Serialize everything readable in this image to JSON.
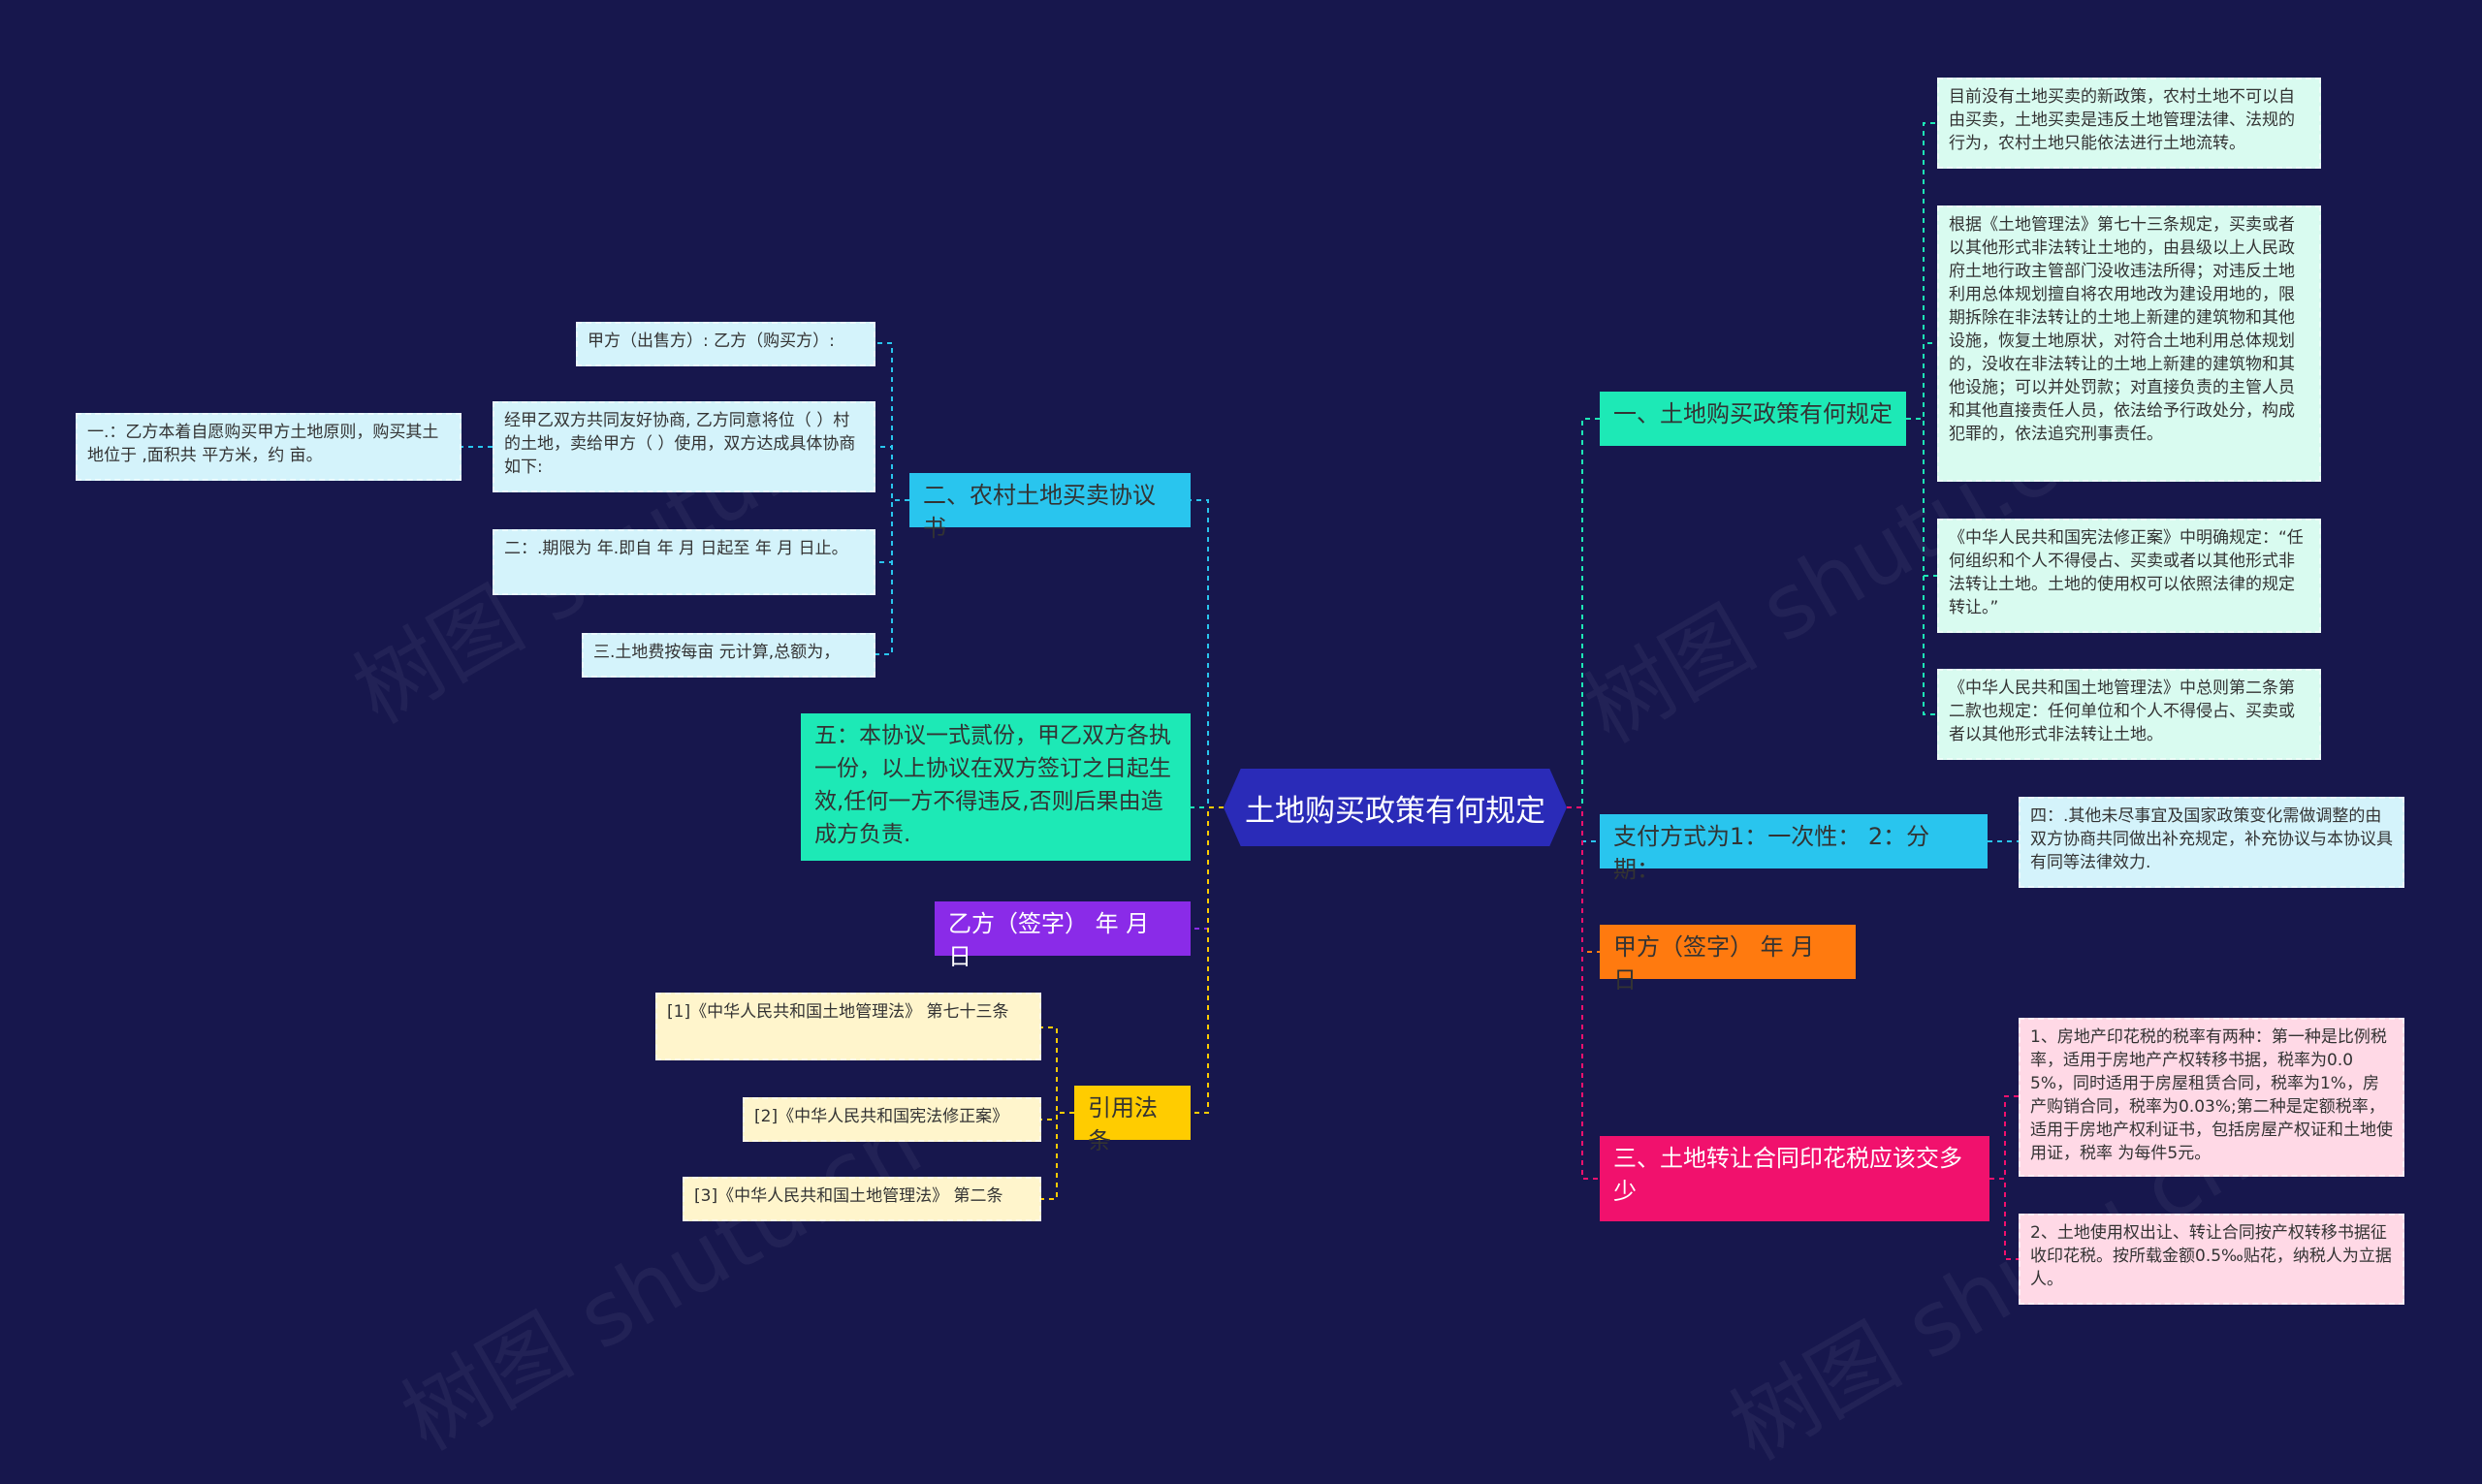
{
  "root": {
    "label": "土地购买政策有何规定"
  },
  "right": {
    "b1": {
      "label": "一、土地购买政策有何规定",
      "leaves": [
        "目前没有土地买卖的新政策，农村土地不可以自由买卖，土地买卖是违反土地管理法律、法规的行为，农村土地只能依法进行土地流转。",
        "根据《土地管理法》第七十三条规定，买卖或者以其他形式非法转让土地的，由县级以上人民政府土地行政主管部门没收违法所得；对违反土地利用总体规划擅自将农用地改为建设用地的，限期拆除在非法转让的土地上新建的建筑物和其他设施，恢复土地原状，对符合土地利用总体规划的，没收在非法转让的土地上新建的建筑物和其他设施；可以并处罚款；对直接负责的主管人员和其他直接责任人员，依法给予行政处分，构成犯罪的，依法追究刑事责任。",
        "《中华人民共和国宪法修正案》中明确规定：“任何组织和个人不得侵占、买卖或者以其他形式非法转让土地。土地的使用权可以依照法律的规定转让。”",
        "《中华人民共和国土地管理法》中总则第二条第二款也规定：任何单位和个人不得侵占、买卖或者以其他形式非法转让土地。"
      ]
    },
    "b2": {
      "label": "支付方式为1：一次性：  2：分期：",
      "leaves": [
        "四：.其他未尽事宜及国家政策变化需做调整的由双方协商共同做出补充规定，补充协议与本协议具有同等法律效力."
      ]
    },
    "b3": {
      "label": "甲方（签字） 年 月 日"
    },
    "b4": {
      "label": "三、土地转让合同印花税应该交多少",
      "leaves": [
        "1、房地产印花税的税率有两种：第一种是比例税率，适用于房地产产权转移书据，税率为0.05%，同时适用于房屋租赁合同，税率为1%，房产购销合同，税率为0.03%;第二种是定额税率，适用于房地产权利证书，包括房屋产权证和土地使用证，税率 为每件5元。",
        "2、土地使用权出让、转让合同按产权转移书据征收印花税。按所载金额0.5‰贴花，纳税人为立据人。"
      ]
    }
  },
  "left": {
    "b1": {
      "label": "二、农村土地买卖协议书",
      "leaves": [
        "甲方（出售方）: 乙方（购买方）:",
        "经甲乙双方共同友好协商, 乙方同意将位（ ）村的土地，卖给甲方（ ）使用，双方达成具体协商如下:",
        "二：.期限为 年.即自 年 月 日起至 年 月 日止。",
        "三.土地费按每亩 元计算,总额为，"
      ],
      "subleaf": "一.：乙方本着自愿购买甲方土地原则，购买其土地位于 ,面积共 平方米，约 亩。"
    },
    "b2": {
      "label": "五：本协议一式贰份，甲乙双方各执一份，以上协议在双方签订之日起生效,任何一方不得违反,否则后果由造成方负责."
    },
    "b3": {
      "label": "乙方（签字） 年 月 日"
    },
    "b4": {
      "label": "引用法条",
      "leaves": [
        "[1]《中华人民共和国土地管理法》 第七十三条",
        "[2]《中华人民共和国宪法修正案》",
        "[3]《中华人民共和国土地管理法》 第二条"
      ]
    }
  },
  "colors": {
    "background": "#17174d",
    "root": "#2a2bb8",
    "teal": "#1de9b6",
    "cyan": "#29c5ee",
    "orange": "#ff7a0f",
    "pink": "#f1116d",
    "purple": "#8a2be8",
    "yellow": "#ffcc00",
    "leaf_teal": "#d9fbf0",
    "leaf_cyan": "#d4f3fb",
    "leaf_pink": "#ffd9e6",
    "leaf_yellow": "#fff5cc"
  },
  "watermark": "树图 shutu.cn"
}
